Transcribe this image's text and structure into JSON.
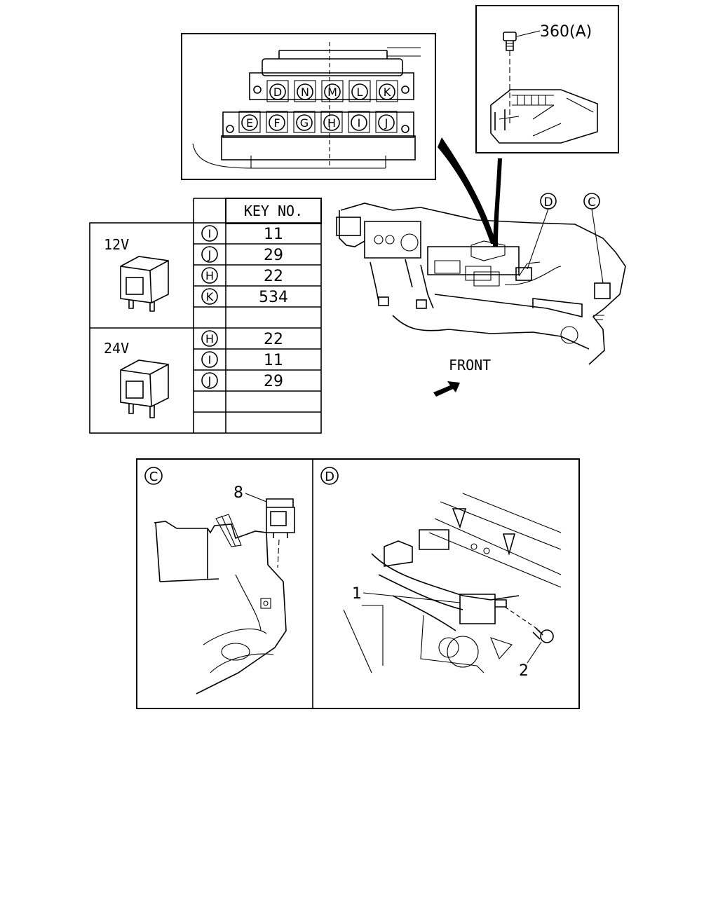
{
  "top_detail": {
    "connector_top_row": [
      "D",
      "N",
      "M",
      "L",
      "K"
    ],
    "connector_bottom_row": [
      "E",
      "F",
      "G",
      "H",
      "I",
      "J"
    ]
  },
  "bolt_inset": {
    "part_label": "360(A)"
  },
  "dash_view": {
    "callout_d": "D",
    "callout_c": "C",
    "front_label": "FRONT"
  },
  "key_table": {
    "header": "KEY NO.",
    "groups": [
      {
        "voltage": "12V",
        "rows": [
          {
            "code": "I",
            "key": "11"
          },
          {
            "code": "J",
            "key": "29"
          },
          {
            "code": "H",
            "key": "22"
          },
          {
            "code": "K",
            "key": "534"
          },
          {
            "code": "",
            "key": ""
          }
        ]
      },
      {
        "voltage": "24V",
        "rows": [
          {
            "code": "H",
            "key": "22"
          },
          {
            "code": "I",
            "key": "11"
          },
          {
            "code": "J",
            "key": "29"
          },
          {
            "code": "",
            "key": ""
          },
          {
            "code": "",
            "key": ""
          }
        ]
      }
    ]
  },
  "detail_c": {
    "label": "C",
    "part_8": "8"
  },
  "detail_d": {
    "label": "D",
    "part_1": "1",
    "part_2": "2"
  }
}
